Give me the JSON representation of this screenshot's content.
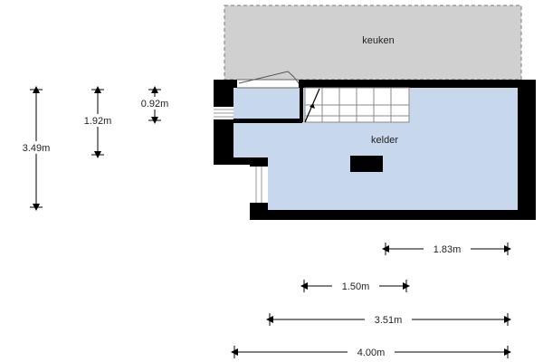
{
  "rooms": {
    "kitchen": "keuken",
    "basement": "kelder"
  },
  "dimensions": {
    "vertical": [
      "3.49m",
      "1.92m",
      "0.92m"
    ],
    "horizontal": [
      "1.83m",
      "1.50m",
      "3.51m",
      "4.00m"
    ]
  },
  "colors": {
    "wall": "#000000",
    "floor": "#c8d8ec",
    "kitchen_fill": "#d0d0d0",
    "dimension_line": "#000000"
  }
}
